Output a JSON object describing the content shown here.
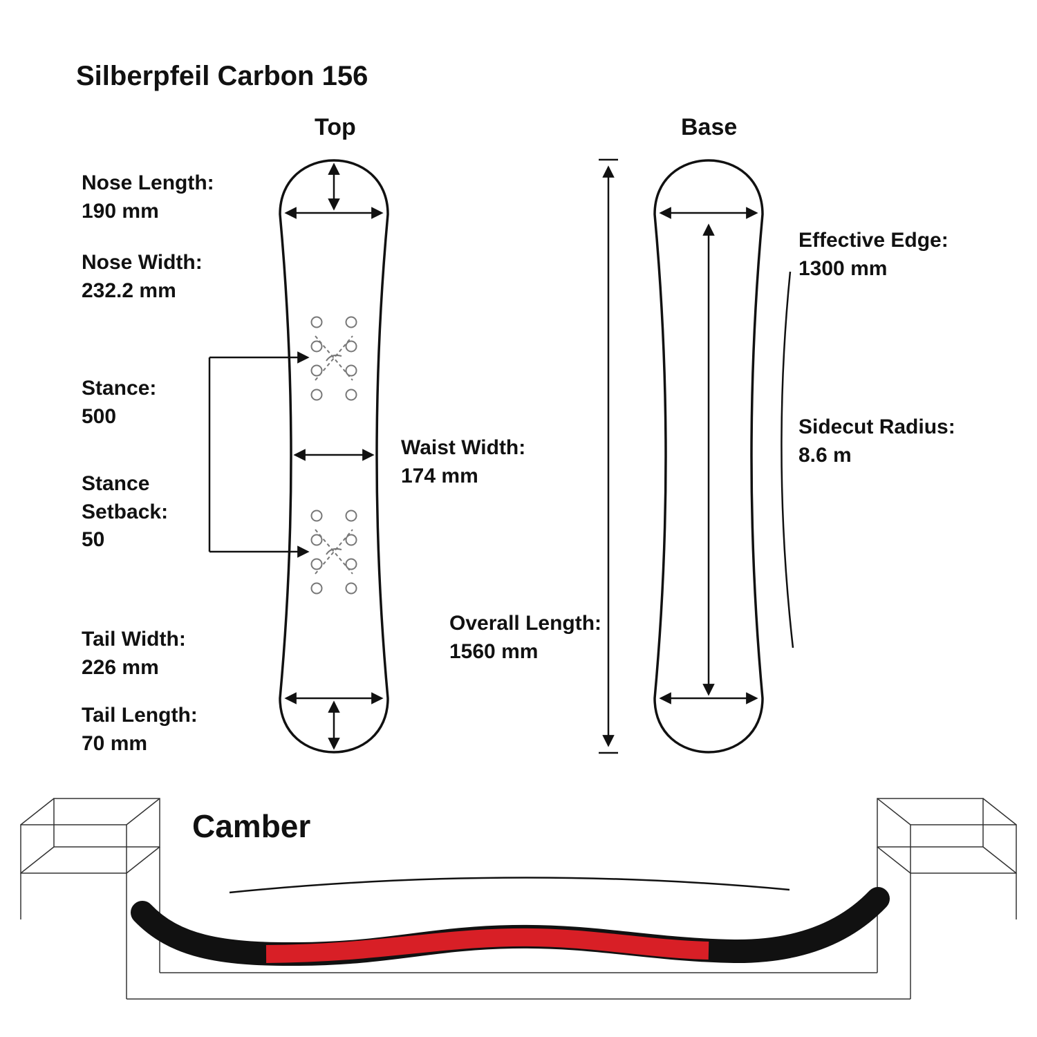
{
  "title": "Silberpfeil Carbon 156",
  "views": {
    "top": "Top",
    "base": "Base"
  },
  "specs": {
    "nose_length": {
      "label": "Nose Length:",
      "value": "190 mm"
    },
    "nose_width": {
      "label": "Nose Width:",
      "value": "232.2 mm"
    },
    "stance": {
      "label": "Stance:",
      "value": "500"
    },
    "stance_setback": {
      "label": "Stance Setback:",
      "value": "50"
    },
    "tail_width": {
      "label": "Tail Width:",
      "value": "226 mm"
    },
    "tail_length": {
      "label": "Tail Length:",
      "value": "70 mm"
    },
    "waist_width": {
      "label": "Waist Width:",
      "value": "174 mm"
    },
    "overall_length": {
      "label": "Overall Length:",
      "value": "1560 mm"
    },
    "effective_edge": {
      "label": "Effective Edge:",
      "value": "1300 mm"
    },
    "sidecut_radius": {
      "label": "Sidecut Radius:",
      "value": "8.6 m"
    }
  },
  "profile": {
    "label": "Camber"
  },
  "colors": {
    "board_red": "#d81f26",
    "line": "#111111"
  }
}
